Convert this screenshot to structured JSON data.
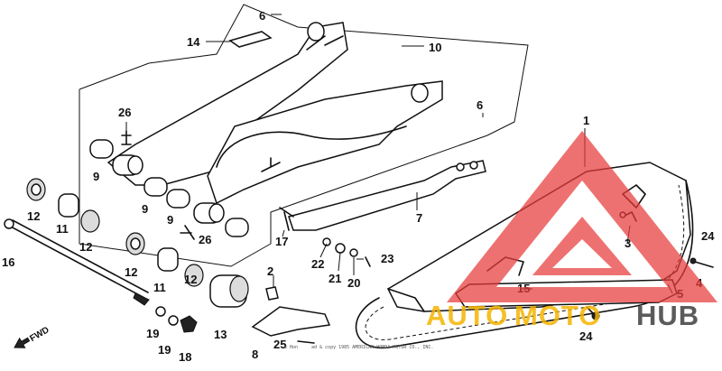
{
  "diagram": {
    "part_labels": [
      "1",
      "2",
      "3",
      "4",
      "5",
      "6",
      "6",
      "8",
      "9",
      "9",
      "9",
      "10",
      "11",
      "11",
      "12",
      "12",
      "12",
      "12",
      "13",
      "14",
      "15",
      "16",
      "17",
      "18",
      "19",
      "19",
      "20",
      "21",
      "22",
      "23",
      "24",
      "24",
      "25",
      "26",
      "26",
      "7"
    ],
    "fwd_label": "FWD",
    "copyright_left": "© Hon",
    "copyright_right": "ad & copy 1985 AMERICAN HONDA MOTOR CO., INC."
  },
  "watermark": {
    "word_auto": "AUTO",
    "word_moto": "MOTO",
    "word_hub": "HUB",
    "colors": {
      "triangle": "#e83b3b",
      "auto": "#f5b400",
      "moto": "#f5b400",
      "hub": "#4a4a4a"
    }
  }
}
